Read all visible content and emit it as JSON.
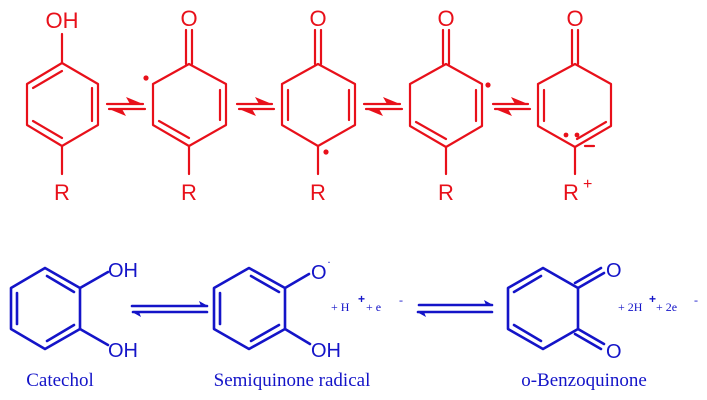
{
  "colors": {
    "phenol_series": "#e8101a",
    "catechol_series": "#1414c8",
    "background": "#ffffff"
  },
  "top_scheme": {
    "description": "Phenol / phenoxy radical resonance forms",
    "structures": [
      {
        "top_atom": "O",
        "top_atom_h": "OH",
        "substituent": "R",
        "radical": "none"
      },
      {
        "top_atom": "O",
        "substituent": "R",
        "radical": "ortho-left"
      },
      {
        "top_atom": "O",
        "substituent": "R",
        "radical": "para"
      },
      {
        "top_atom": "O",
        "substituent": "R",
        "radical": "ortho-right"
      },
      {
        "top_atom": "O",
        "substituent": "R+",
        "substituent_base": "R",
        "substituent_charge": "+",
        "lone_pair": "para",
        "ring_charge": "−"
      }
    ],
    "arrows": [
      "equilibrium",
      "equilibrium",
      "equilibrium",
      "equilibrium"
    ]
  },
  "bottom_scheme": {
    "description": "Catechol oxidation to o-benzoquinone",
    "structures": [
      {
        "name": "Catechol",
        "upper_group": "OH",
        "lower_group": "OH"
      },
      {
        "name": "Semiquinone radical",
        "upper_group": "O",
        "upper_radical": "·",
        "lower_group": "OH"
      },
      {
        "name": "o-Benzoquinone",
        "upper_group": "O",
        "lower_group": "O"
      }
    ],
    "byproducts": [
      {
        "text_prefix": "+ H",
        "sup1": "+",
        "text_mid": " +  e",
        "sup2": "-"
      },
      {
        "text_prefix": "+ 2H",
        "sup1": "+",
        "text_mid": " + 2e",
        "sup2": "-"
      }
    ],
    "arrows": [
      "equilibrium",
      "equilibrium"
    ]
  }
}
